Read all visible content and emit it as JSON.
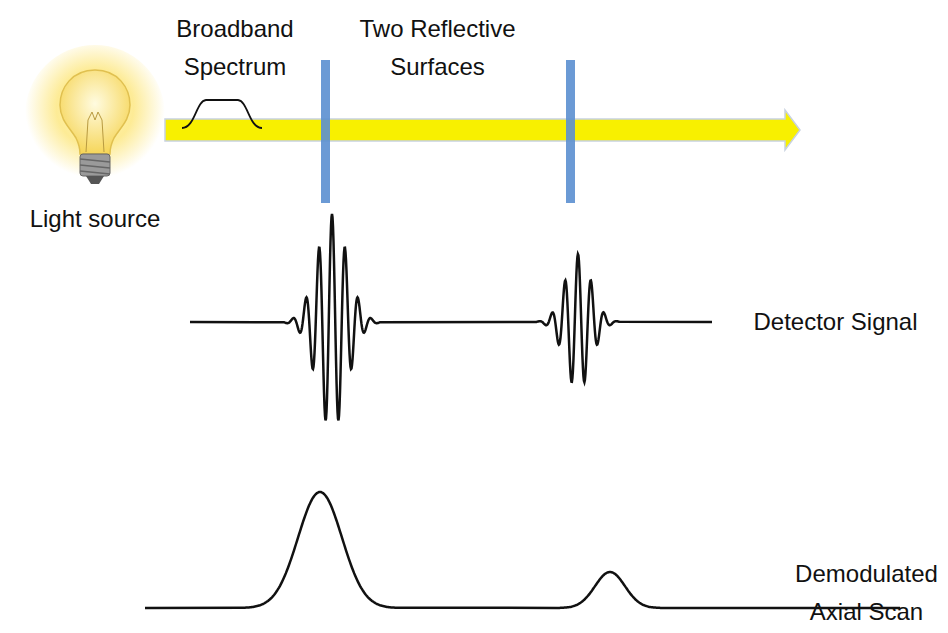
{
  "diagram": {
    "labels": [
      "Broadband Spectrum",
      "Two Reflective Surfaces",
      "Light source",
      "Detector Signal",
      "Demodulated Axial Scan"
    ]
  }
}
